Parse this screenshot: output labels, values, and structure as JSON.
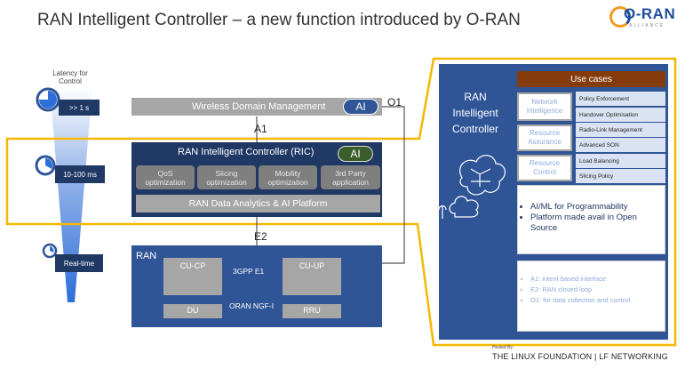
{
  "title": "RAN Intelligent Controller – a new function introduced by O-RAN",
  "logo": {
    "name": "O-RAN",
    "sub": "ALLIANCE"
  },
  "latency": {
    "label": "Latency for Control",
    "levels": [
      ">> 1 s",
      "10-100 ms",
      "Real-time"
    ]
  },
  "wdm": {
    "label": "Wireless Domain Management",
    "ai": "AI"
  },
  "interfaces": {
    "o1": "O1",
    "a1": "A1",
    "e2": "E2"
  },
  "ric": {
    "title": "RAN Intelligent Controller (RIC)",
    "ai": "AI",
    "functions": [
      "QoS optimization",
      "Slicing optimization",
      "Mobility optimization",
      "3rd Party application"
    ],
    "platform": "RAN Data Analytics & AI Platform"
  },
  "ran": {
    "label": "RAN",
    "cu_cp": "CU-CP",
    "cu_up": "CU-UP",
    "du": "DU",
    "rru": "RRU",
    "link_top": "3GPP E1",
    "link_bottom": "ORAN NGF-I"
  },
  "panel": {
    "title": "RAN Intelligent Controller",
    "use_cases_header": "Use cases",
    "categories": [
      {
        "name": "Network Intelligence",
        "items": [
          "Policy Enforcement",
          "Handover Optimisation"
        ]
      },
      {
        "name": "Resource Assurance",
        "items": [
          "Radio-Link Management",
          "Advanced SON"
        ]
      },
      {
        "name": "Resource Control",
        "items": [
          "Load Balancing",
          "Slicing Policy"
        ]
      }
    ],
    "ai_points": [
      "AI/ML for Programmability",
      "Platform made avail in Open Source"
    ],
    "interface_points": [
      "A1: intent based interface",
      "E2: RAN closed loop",
      "O1: for data collection and control"
    ]
  },
  "footer": {
    "hosted": "Hosted By",
    "text": "THE LINUX FOUNDATION | LF NETWORKING"
  },
  "colors": {
    "accent_yellow": "#f5b800",
    "navy": "#1f3864",
    "blue": "#2f5597",
    "brown": "#843c0c"
  }
}
